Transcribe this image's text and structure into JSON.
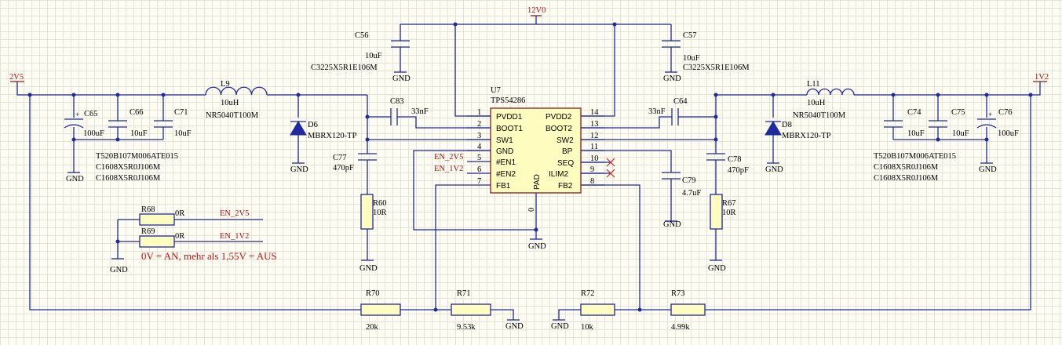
{
  "power_nets": {
    "vin": "12V0",
    "left_out": "2V5",
    "right_out": "1V2"
  },
  "gnd_label": "GND",
  "ic": {
    "ref": "U7",
    "value": "TPS54286",
    "pad_label": "PAD",
    "pad_pin": "0",
    "left_pins": [
      {
        "num": "1",
        "name": "PVDD1"
      },
      {
        "num": "2",
        "name": "BOOT1"
      },
      {
        "num": "3",
        "name": "SW1"
      },
      {
        "num": "4",
        "name": "GND"
      },
      {
        "num": "5",
        "name": "#EN1"
      },
      {
        "num": "6",
        "name": "#EN2"
      },
      {
        "num": "7",
        "name": "FB1"
      }
    ],
    "right_pins": [
      {
        "num": "14",
        "name": "PVDD2"
      },
      {
        "num": "13",
        "name": "BOOT2"
      },
      {
        "num": "12",
        "name": "SW2"
      },
      {
        "num": "11",
        "name": "BP"
      },
      {
        "num": "10",
        "name": "SEQ"
      },
      {
        "num": "9",
        "name": "ILIM2"
      },
      {
        "num": "8",
        "name": "FB2"
      }
    ]
  },
  "net_labels": {
    "en_2v5": "EN_2V5",
    "en_1v2": "EN_1V2"
  },
  "components": {
    "c56": {
      "ref": "C56",
      "value": "10uF",
      "part": "C3225X5R1E106M"
    },
    "c57": {
      "ref": "C57",
      "value": "10uF",
      "part": "C3225X5R1E106M"
    },
    "c65": {
      "ref": "C65",
      "value": "100uF"
    },
    "c66": {
      "ref": "C66",
      "value": "10uF"
    },
    "c71": {
      "ref": "C71",
      "value": "10uF"
    },
    "left_parts": [
      "T520B107M006ATE015",
      "C1608X5R0J106M",
      "C1608X5R0J106M"
    ],
    "l9": {
      "ref": "L9",
      "value": "10uH",
      "part": "NR5040T100M"
    },
    "d6": {
      "ref": "D6",
      "value": "MBRX120-TP"
    },
    "c83": {
      "ref": "C83",
      "value": "33nF"
    },
    "c77": {
      "ref": "C77",
      "value": "470pF"
    },
    "r60": {
      "ref": "R60",
      "value": "10R"
    },
    "c64": {
      "ref": "C64",
      "value": "33nF"
    },
    "c78": {
      "ref": "C78",
      "value": "470pF"
    },
    "c79": {
      "ref": "C79",
      "value": "4.7uF"
    },
    "r67": {
      "ref": "R67",
      "value": "10R"
    },
    "l11": {
      "ref": "L11",
      "value": "10uH",
      "part": "NR5040T100M"
    },
    "d8": {
      "ref": "D8",
      "value": "MBRX120-TP"
    },
    "c74": {
      "ref": "C74",
      "value": "10uF"
    },
    "c75": {
      "ref": "C75",
      "value": "10uF"
    },
    "c76": {
      "ref": "C76",
      "value": "100uF"
    },
    "right_parts": [
      "T520B107M006ATE015",
      "C1608X5R0J106M",
      "C1608X5R0J106M"
    ],
    "r68": {
      "ref": "R68",
      "value": "0R"
    },
    "r69": {
      "ref": "R69",
      "value": "0R"
    },
    "r70": {
      "ref": "R70",
      "value": "20k"
    },
    "r71": {
      "ref": "R71",
      "value": "9.53k"
    },
    "r72": {
      "ref": "R72",
      "value": "10k"
    },
    "r73": {
      "ref": "R73",
      "value": "4.99k"
    }
  },
  "note": "0V = AN, mehr als 1,55V = AUS"
}
